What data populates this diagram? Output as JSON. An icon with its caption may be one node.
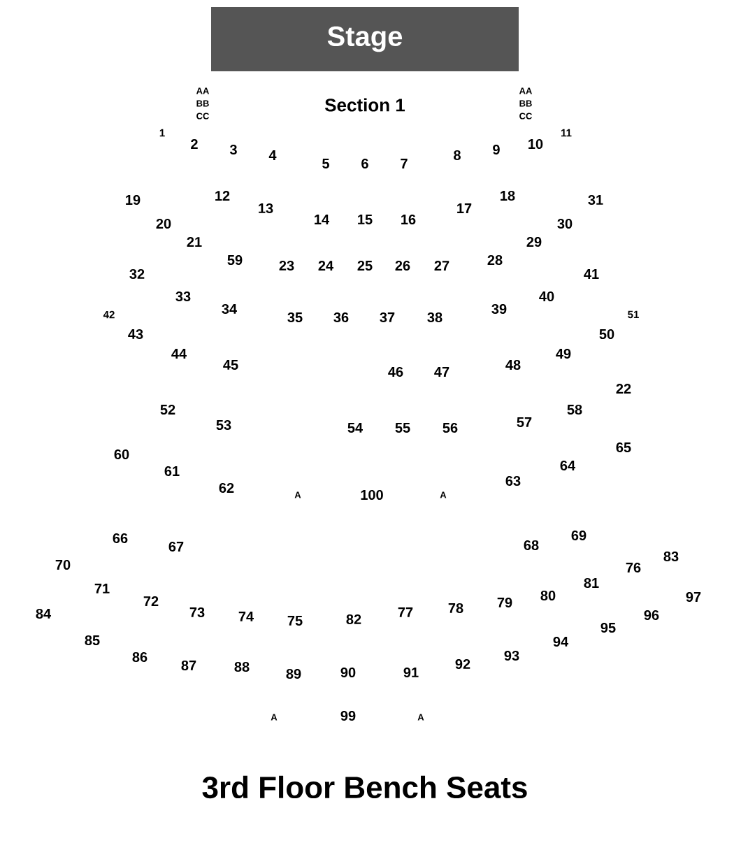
{
  "diagram": {
    "title": "3rd Floor Bench Seats",
    "nodes": [
      {
        "text": [
          "Stage"
        ]
      }
    ],
    "labels": [
      "Section 1",
      "AA",
      "BB",
      "CC",
      "AA",
      "BB",
      "CC",
      "1",
      "2",
      "3",
      "4",
      "5",
      "6",
      "7",
      "8",
      "9",
      "10",
      "11",
      "19",
      "12",
      "13",
      "14",
      "15",
      "16",
      "17",
      "18",
      "31",
      "20",
      "30",
      "21",
      "29",
      "59",
      "23",
      "24",
      "25",
      "26",
      "27",
      "28",
      "32",
      "41",
      "33",
      "40",
      "42",
      "34",
      "35",
      "36",
      "37",
      "38",
      "39",
      "51",
      "43",
      "50",
      "44",
      "49",
      "45",
      "46",
      "47",
      "48",
      "22",
      "52",
      "58",
      "53",
      "54",
      "55",
      "56",
      "57",
      "60",
      "65",
      "61",
      "64",
      "62",
      "A",
      "100",
      "A",
      "63",
      "66",
      "69",
      "67",
      "68",
      "70",
      "83",
      "76",
      "71",
      "81",
      "72",
      "80",
      "73",
      "74",
      "75",
      "82",
      "77",
      "78",
      "79",
      "97",
      "84",
      "96",
      "95",
      "85",
      "94",
      "86",
      "93",
      "87",
      "88",
      "89",
      "90",
      "91",
      "92",
      "A",
      "99",
      "A"
    ]
  }
}
